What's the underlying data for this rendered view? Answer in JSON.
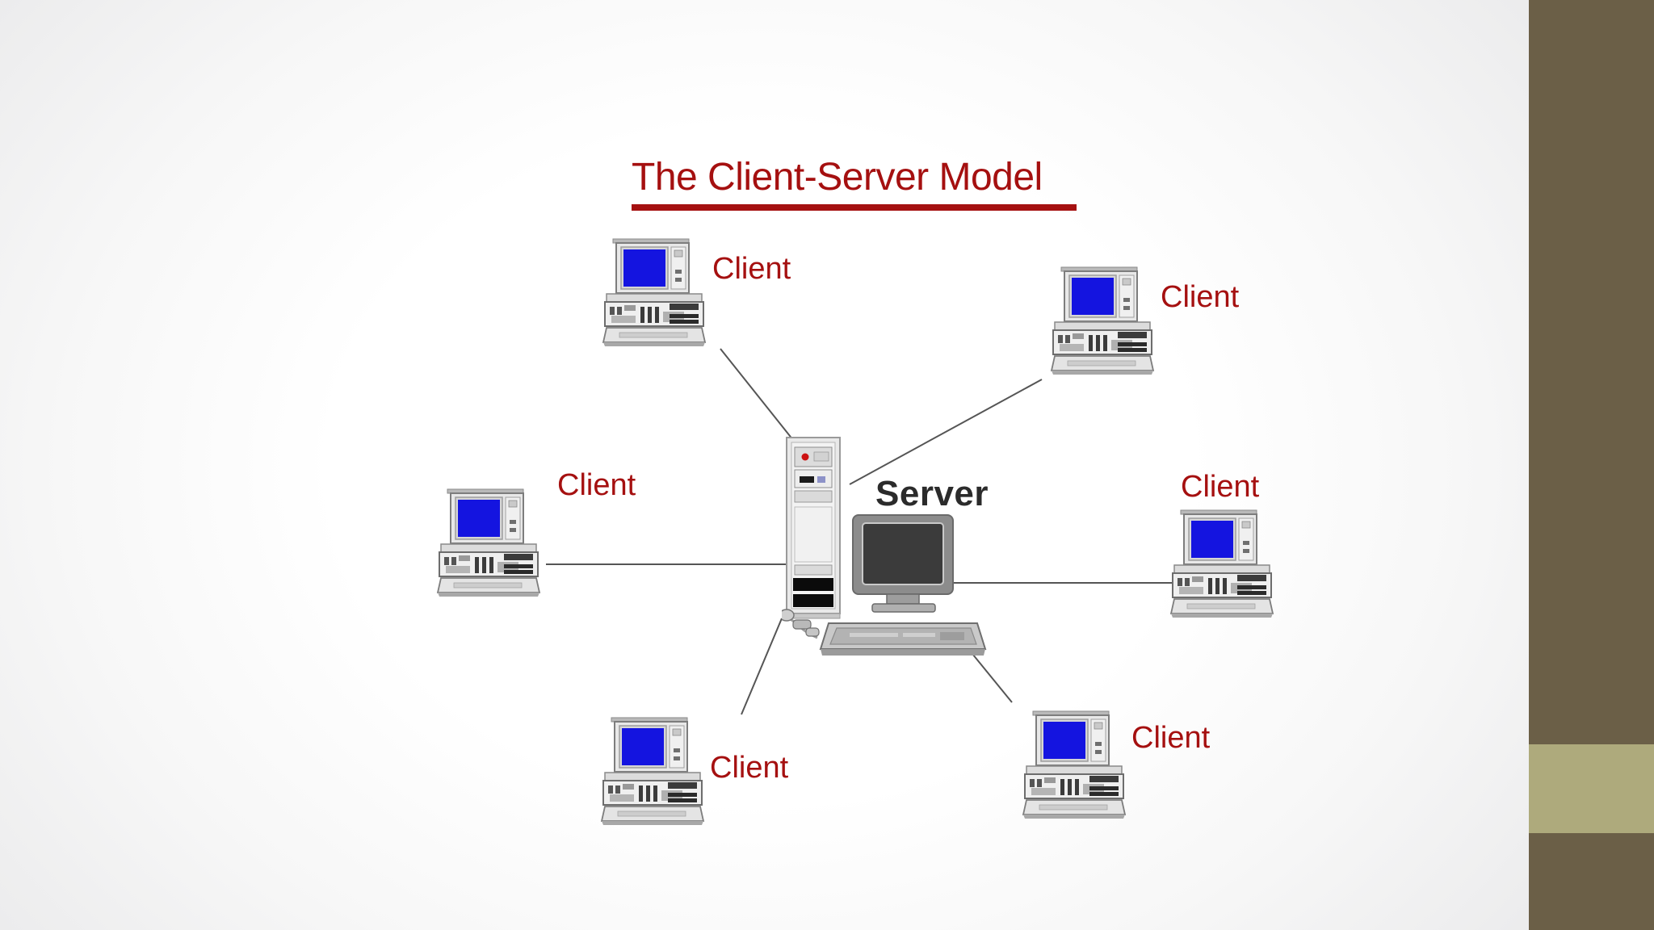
{
  "slide": {
    "title": "The Client-Server Model",
    "title_color": "#a51010",
    "background_color": "#ffffff",
    "accent_bar_dark": "#6b5f47",
    "accent_bar_light": "#aeaa7c"
  },
  "diagram": {
    "type": "hub-and-spoke network topology",
    "center_node": {
      "label": "Server",
      "label_color": "#2b2b2b",
      "icon": "server-tower-and-desktop-icon"
    },
    "clients": [
      {
        "label": "Client",
        "position": "top-left",
        "icon": "desktop-computer-icon"
      },
      {
        "label": "Client",
        "position": "top-right",
        "icon": "desktop-computer-icon"
      },
      {
        "label": "Client",
        "position": "middle-left",
        "icon": "desktop-computer-icon"
      },
      {
        "label": "Client",
        "position": "middle-right",
        "icon": "desktop-computer-icon"
      },
      {
        "label": "Client",
        "position": "bottom-left",
        "icon": "desktop-computer-icon"
      },
      {
        "label": "Client",
        "position": "bottom-right",
        "icon": "desktop-computer-icon"
      }
    ],
    "client_label_color": "#a51010",
    "screen_color": "#1414e0",
    "connection_count": 6
  }
}
